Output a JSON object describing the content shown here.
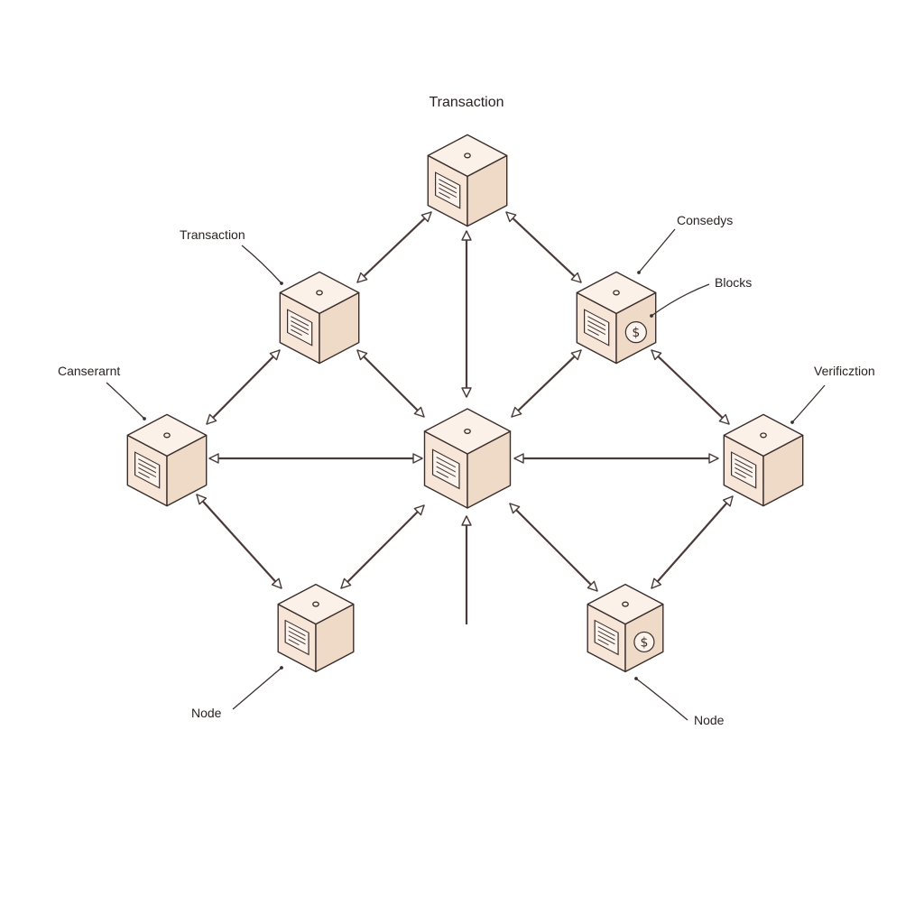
{
  "labels": {
    "top": "Transaction",
    "upper_left": "Transaction",
    "consensus": "Consedys",
    "blocks": "Blocks",
    "left": "Canserarnt",
    "right": "Verificztion",
    "bottom_left": "Node",
    "bottom_right": "Node"
  },
  "nodes": [
    {
      "id": "top",
      "icon": "document-icon"
    },
    {
      "id": "upper-left",
      "icon": "document-icon"
    },
    {
      "id": "upper-right",
      "icon": "document-icon",
      "badge": "dollar-coin-icon"
    },
    {
      "id": "left",
      "icon": "document-icon"
    },
    {
      "id": "center",
      "icon": "document-icon"
    },
    {
      "id": "right",
      "icon": "document-icon"
    },
    {
      "id": "bottom-left",
      "icon": "document-icon"
    },
    {
      "id": "bottom-right",
      "icon": "document-icon",
      "badge": "dollar-coin-icon"
    }
  ],
  "colors": {
    "line": "#4a3a38",
    "cube_front": "#f7e6d8",
    "cube_side": "#efd9c7",
    "cube_top": "#fbf1e8"
  }
}
